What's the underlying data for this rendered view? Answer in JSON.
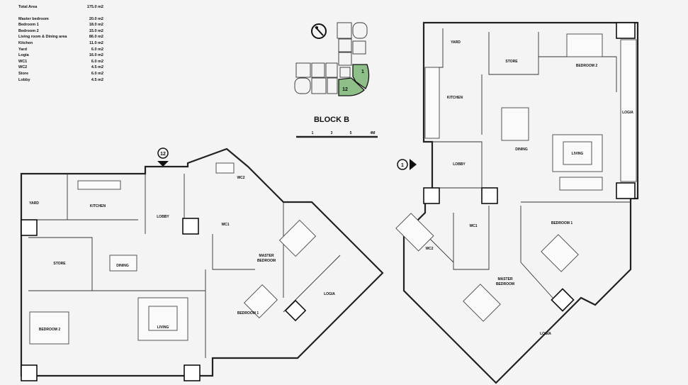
{
  "area_table": {
    "total": {
      "label": "Total Area",
      "value": "175.0 m2"
    },
    "rows": [
      {
        "label": "Master bedroom",
        "value": "20.0 m2"
      },
      {
        "label": "Bedroom 1",
        "value": "18.0 m2"
      },
      {
        "label": "Bedroom 2",
        "value": "15.0 m2"
      },
      {
        "label": "Living room & Dining area",
        "value": "86.0 m2"
      },
      {
        "label": "Kitchen",
        "value": "11.0 m2"
      },
      {
        "label": "Yard",
        "value": "6.0 m2"
      },
      {
        "label": "Logia",
        "value": "16.0 m2"
      },
      {
        "label": "WC1",
        "value": "6.0 m2"
      },
      {
        "label": "WC2",
        "value": "4.5 m2"
      },
      {
        "label": "Store",
        "value": "6.0 m2"
      },
      {
        "label": "Lobby",
        "value": "4.5 m2"
      }
    ]
  },
  "key_plan": {
    "title": "BLOCK B",
    "units": [
      "1",
      "12"
    ],
    "highlight_color": "#8fbf88",
    "scale_ticks": [
      "1",
      "3",
      "5",
      "4M"
    ]
  },
  "plan_left": {
    "unit_marker": "12",
    "rooms": {
      "yard": "YARD",
      "kitchen": "KITCHEN",
      "lobby": "LOBBY",
      "wc2": "WC2",
      "wc1": "WC1",
      "store": "STORE",
      "dining": "DINING",
      "master": "MASTER",
      "master2": "BEDROOM",
      "logia": "LOGIA",
      "bedroom1": "BEDROOM 1",
      "living": "LIVING",
      "bedroom2": "BEDROOM 2"
    }
  },
  "plan_right": {
    "unit_marker": "1",
    "rooms": {
      "yard": "YARD",
      "kitchen": "KITCHEN",
      "store": "STORE",
      "bedroom2": "BEDROOM 2",
      "logia_top": "LOGIA",
      "dining": "DINING",
      "living": "LIVING",
      "lobby": "LOBBY",
      "wc1": "WC1",
      "wc2": "WC2",
      "bedroom1": "BEDROOM 1",
      "master": "MASTER",
      "master2": "BEDROOM",
      "logia_bottom": "LOGIA"
    }
  }
}
